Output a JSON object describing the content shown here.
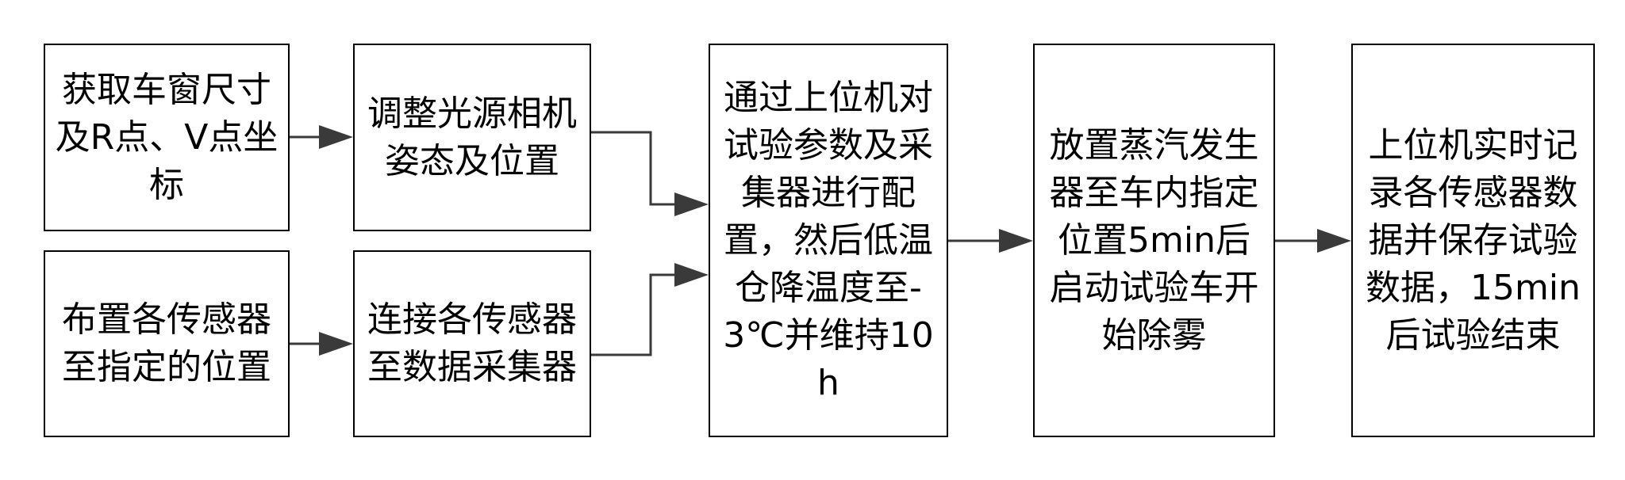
{
  "flow": {
    "steps": [
      {
        "text": "获取车窗尺寸及R点、V点坐标"
      },
      {
        "text": "布置各传感器至指定的位置"
      },
      {
        "text": "调整光源相机姿态及位置"
      },
      {
        "text": "连接各传感器至数据采集器"
      },
      {
        "text": "通过上位机对试验参数及采集器进行配置，然后低温仓降温度至-3℃并维持10h"
      },
      {
        "text": "放置蒸汽发生器至车内指定位置5min后启动试验车开始除雾"
      },
      {
        "text": "上位机实时记录各传感器数据并保存试验数据，15min后试验结束"
      }
    ]
  },
  "colors": {
    "line": "#3a3a3a",
    "box_border": "#000000",
    "background": "#ffffff"
  }
}
